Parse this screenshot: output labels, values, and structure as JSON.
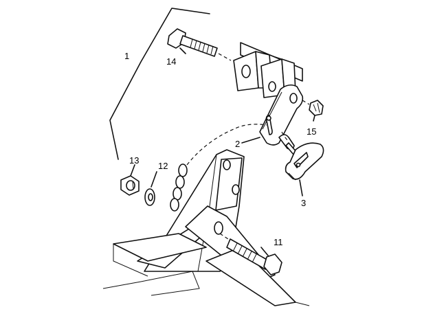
{
  "callouts": [
    {
      "id": "callout-1",
      "text": "1"
    },
    {
      "id": "callout-2",
      "text": "2"
    },
    {
      "id": "callout-3",
      "text": "3"
    },
    {
      "id": "callout-11",
      "text": "11"
    },
    {
      "id": "callout-12",
      "text": "12"
    },
    {
      "id": "callout-13",
      "text": "13"
    },
    {
      "id": "callout-14",
      "text": "14"
    },
    {
      "id": "callout-15",
      "text": "15"
    }
  ]
}
